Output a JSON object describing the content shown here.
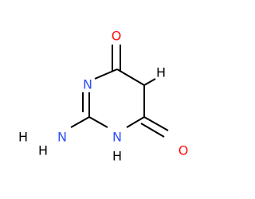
{
  "molecule": {
    "atoms": {
      "oxygen_top": {
        "symbol": "O",
        "color": "#ff0d0d"
      },
      "oxygen_bottom": {
        "symbol": "O",
        "color": "#ff0d0d"
      },
      "nitrogen_ring_top": {
        "symbol": "N",
        "color": "#3050f8"
      },
      "nitrogen_ring_bottom": {
        "symbol": "N",
        "color": "#3050f8"
      },
      "nitrogen_amino": {
        "symbol": "N",
        "color": "#3050f8"
      },
      "hydrogen_ring_nh": {
        "symbol": "H",
        "color": "#000000"
      },
      "hydrogen_amino_1": {
        "symbol": "H",
        "color": "#000000"
      },
      "hydrogen_amino_2": {
        "symbol": "H",
        "color": "#000000"
      },
      "hydrogen_ch2": {
        "symbol": "H",
        "color": "#000000"
      }
    }
  }
}
